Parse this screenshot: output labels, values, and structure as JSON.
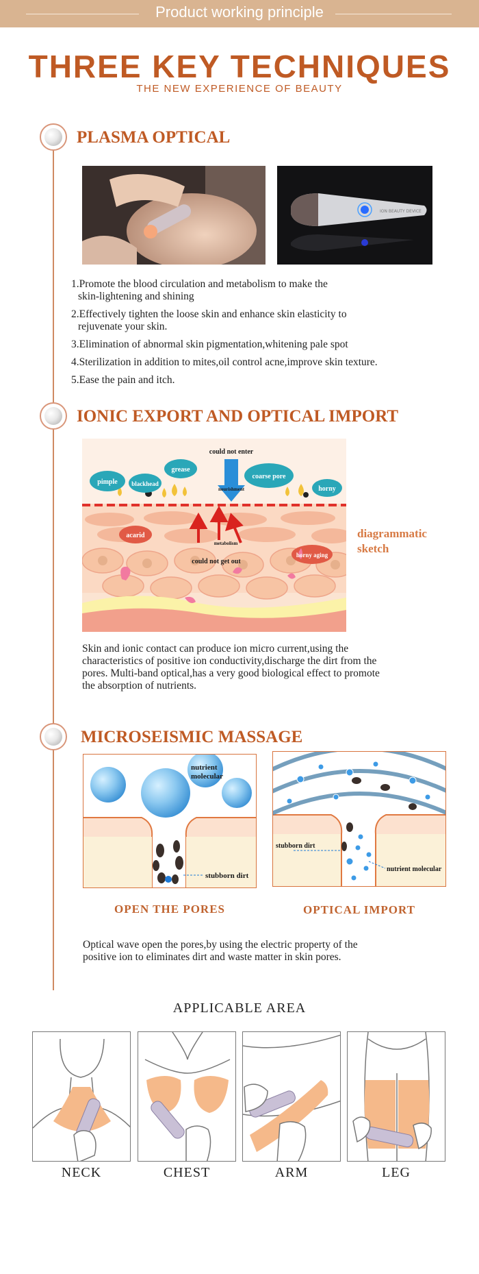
{
  "header": {
    "banner_text": "Product working principle"
  },
  "title": {
    "main": "THREE KEY TECHNIQUES",
    "sub": "THE NEW EXPERIENCE OF BEAUTY"
  },
  "sections": {
    "plasma": {
      "title": "PLASMA OPTICAL",
      "device_brand": "ION BEAUTY DEVICE",
      "items": [
        "1.Promote the blood circulation and metabolism to make the",
        "skin-lightening and shining",
        "2.Effectively tighten the loose skin and enhance skin elasticity to",
        "rejuvenate your skin.",
        "3.Elimination of abnormal skin pigmentation,whitening pale spot",
        "4.Sterilization in addition to mites,oil control acne,improve skin texture.",
        "5.Ease the pain and itch."
      ]
    },
    "ionic": {
      "title": "IONIC EXPORT AND OPTICAL IMPORT",
      "diagram": {
        "could_not_enter": "could not enter",
        "nourishment": "nourishment",
        "pimple": "pimple",
        "blackhead": "blackhead",
        "grease": "grease",
        "coarse_pore": "coarse pore",
        "horny": "horny",
        "acarid": "acarid",
        "metabolism": "metabolism",
        "could_not_get_out": "could not get out",
        "horny_aging": "horny aging"
      },
      "side_label_1": "diagrammatic",
      "side_label_2": "sketch",
      "lines": [
        "Skin and ionic contact can produce ion micro current,using the",
        "characteristics of positive ion conductivity,discharge the dirt from the",
        "pores. Multi-band optical,has a very good biological effect to promote",
        "the absorption of nutrients."
      ]
    },
    "micro": {
      "title": "MICROSEISMIC MASSAGE",
      "left_panel": {
        "nutrient_1": "nutrient",
        "nutrient_2": "molecular",
        "dirt": "stubborn dirt",
        "caption": "OPEN THE PORES"
      },
      "right_panel": {
        "dirt": "stubborn dirt",
        "nutrient": "nutrient molecular",
        "caption": "OPTICAL IMPORT"
      },
      "lines": [
        "Optical wave open the pores,by using the electric property of the",
        "positive ion to eliminates dirt and waste matter in skin pores."
      ]
    }
  },
  "applicable": {
    "title": "APPLICABLE AREA",
    "areas": [
      {
        "label": "NECK"
      },
      {
        "label": "CHEST"
      },
      {
        "label": "ARM"
      },
      {
        "label": "LEG"
      }
    ]
  },
  "colors": {
    "accent": "#bf5a24",
    "banner": "#d9b491",
    "timeline": "#cf8a62",
    "bubble": "#2aa7b8",
    "skin": "#f5b98a"
  }
}
